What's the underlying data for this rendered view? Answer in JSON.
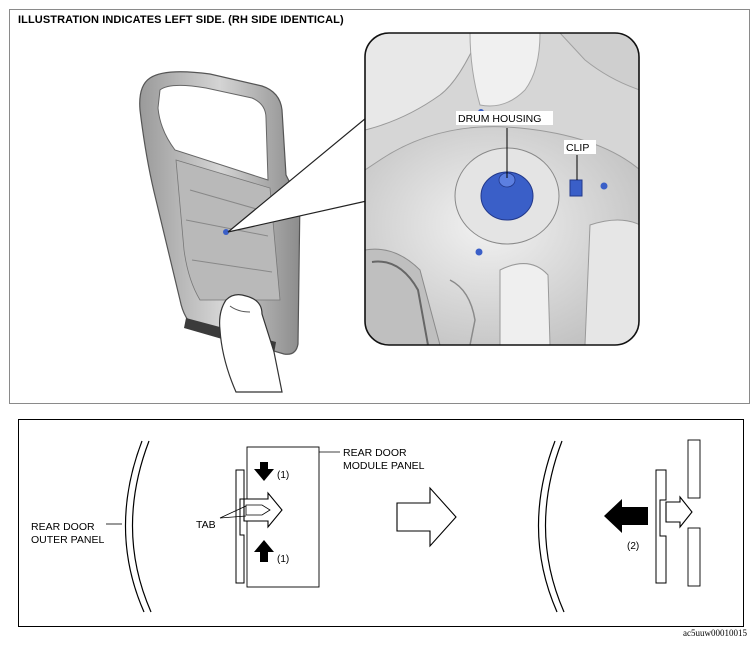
{
  "header": "ILLUSTRATION INDICATES LEFT SIDE. (RH SIDE IDENTICAL)",
  "callout": {
    "drum_housing_label": "DRUM HOUSING",
    "clip_label": "CLIP"
  },
  "diagram": {
    "rear_door_module_panel_line1": "REAR DOOR",
    "rear_door_module_panel_line2": "MODULE PANEL",
    "rear_door_outer_panel_line1": "REAR DOOR",
    "rear_door_outer_panel_line2": "OUTER PANEL",
    "tab_label": "TAB",
    "step1_top": "(1)",
    "step1_bottom": "(1)",
    "step2": "(2)"
  },
  "footer_code": "ac5uuw00010015",
  "colors": {
    "accent_blue": "#3a5fc8",
    "frame": "#8a8a8a"
  }
}
